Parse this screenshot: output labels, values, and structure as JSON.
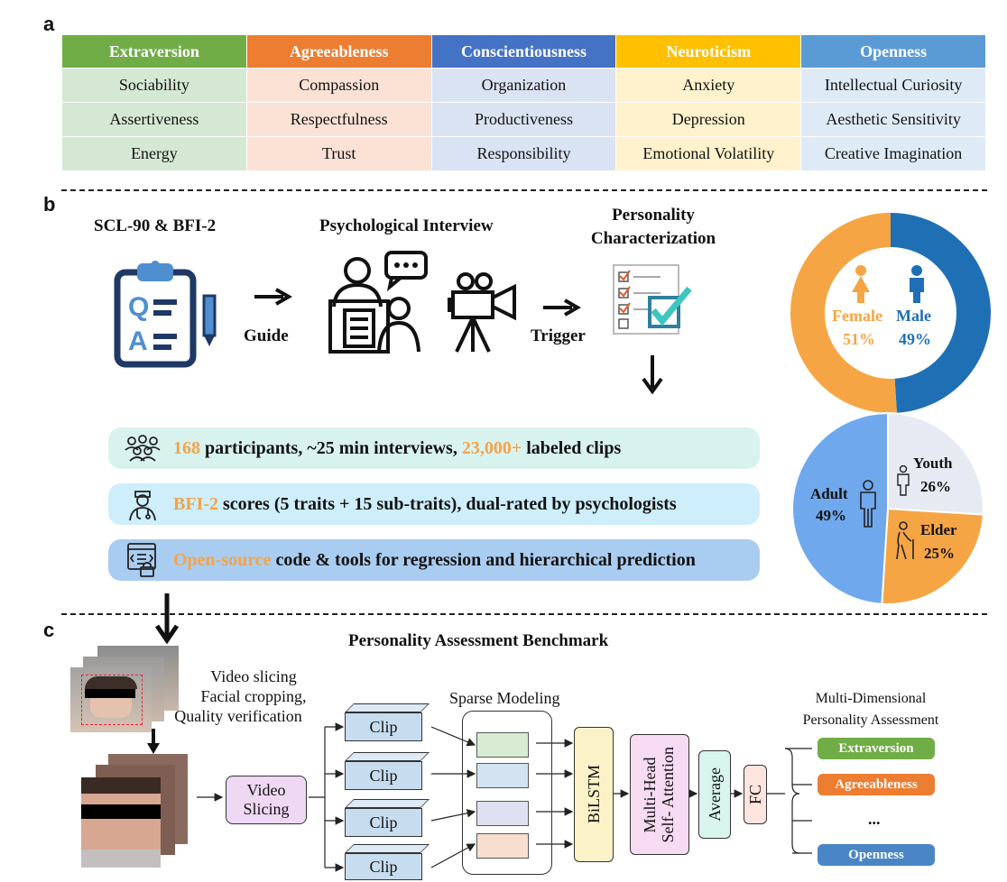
{
  "panels": {
    "a": "a",
    "b": "b",
    "c": "c"
  },
  "traits": {
    "headers": [
      "Extraversion",
      "Agreeableness",
      "Conscientiousness",
      "Neuroticism",
      "Openness"
    ],
    "header_colors": [
      "#70ad47",
      "#ed7d31",
      "#4472c4",
      "#ffc000",
      "#5b9bd5"
    ],
    "cell_colors": [
      "#d5e8d4",
      "#fbe2d5",
      "#dae3f3",
      "#fff2cc",
      "#deebf7"
    ],
    "rows": [
      [
        "Sociability",
        "Compassion",
        "Organization",
        "Anxiety",
        "Intellectual Curiosity"
      ],
      [
        "Assertiveness",
        "Respectfulness",
        "Productiveness",
        "Depression",
        "Aesthetic Sensitivity"
      ],
      [
        "Energy",
        "Trust",
        "Responsibility",
        "Emotional Volatility",
        "Creative Imagination"
      ]
    ]
  },
  "pipeline": {
    "step1": "SCL-90 & BFI-2",
    "step2": "Psychological Interview",
    "step3_line1": "Personality",
    "step3_line2": "Characterization",
    "guide": "Guide",
    "trigger": "Trigger"
  },
  "gender": {
    "female_label": "Female",
    "female_pct": "51%",
    "female_value": 51,
    "male_label": "Male",
    "male_pct": "49%",
    "male_value": 49,
    "female_color": "#f6a545",
    "male_color": "#1f6fb5"
  },
  "age": {
    "adult_label": "Adult",
    "adult_pct": "49%",
    "adult_value": 49,
    "youth_label": "Youth",
    "youth_pct": "26%",
    "youth_value": 26,
    "elder_label": "Elder",
    "elder_pct": "25%",
    "elder_value": 25,
    "adult_color": "#6fa8ec",
    "youth_color": "#e8eaf3",
    "elder_color": "#f6a545"
  },
  "highlights": {
    "h1_a": "168",
    "h1_b": " participants, ~25 min interviews, ",
    "h1_c": "23,000+",
    "h1_d": " labeled clips",
    "h2_a": "BFI-2",
    "h2_b": " scores (5 traits + 15 sub-traits), dual-rated by psychologists",
    "h3_a": "Open-source",
    "h3_b": " code & tools for regression and hierarchical prediction"
  },
  "benchmark": {
    "title": "Personality Assessment Benchmark",
    "prep_1": "Video slicing",
    "prep_2": "Facial cropping,",
    "prep_3": "Quality verification",
    "video_slicing_1": "Video",
    "video_slicing_2": "Slicing",
    "clip": "Clip",
    "sparse": "Sparse Modeling",
    "bilstm": "BiLSTM",
    "mhsa_1": "Multi-Head",
    "mhsa_2": "Self- Attention",
    "average": "Average",
    "fc": "FC",
    "output_title_1": "Multi-Dimensional",
    "output_title_2": "Personality Assessment",
    "out1": "Extraversion",
    "out2": "Agreeableness",
    "ellipsis": "...",
    "out3": "Openness"
  }
}
